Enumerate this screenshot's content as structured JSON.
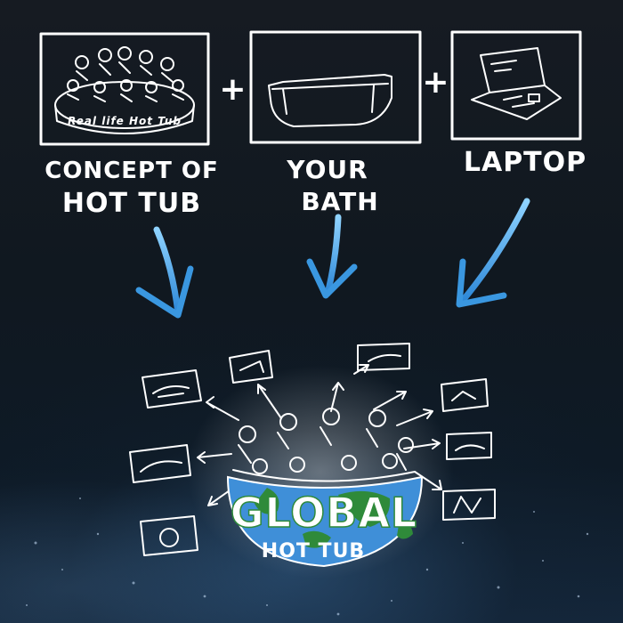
{
  "inputs": [
    {
      "label_lines": [
        "CONCEPT OF",
        "HOT TUB"
      ],
      "inner_caption": "Real life Hot Tub",
      "icon": "hot-tub-with-people-icon"
    },
    {
      "label_lines": [
        "YOUR",
        "BATH"
      ],
      "icon": "bathtub-icon"
    },
    {
      "label_lines": [
        "LAPTOP"
      ],
      "icon": "laptop-icon"
    }
  ],
  "operators": [
    "+",
    "+"
  ],
  "result": {
    "title": "GLOBAL",
    "subtitle": "HOT TUB",
    "icon": "globe-bowl-icon"
  },
  "colors": {
    "background": "#0e1620",
    "line": "#ffffff",
    "arrow": "#4aa3e0",
    "ocean": "#3f8fd8",
    "land": "#2f8a3a",
    "title": "#ffffff"
  }
}
